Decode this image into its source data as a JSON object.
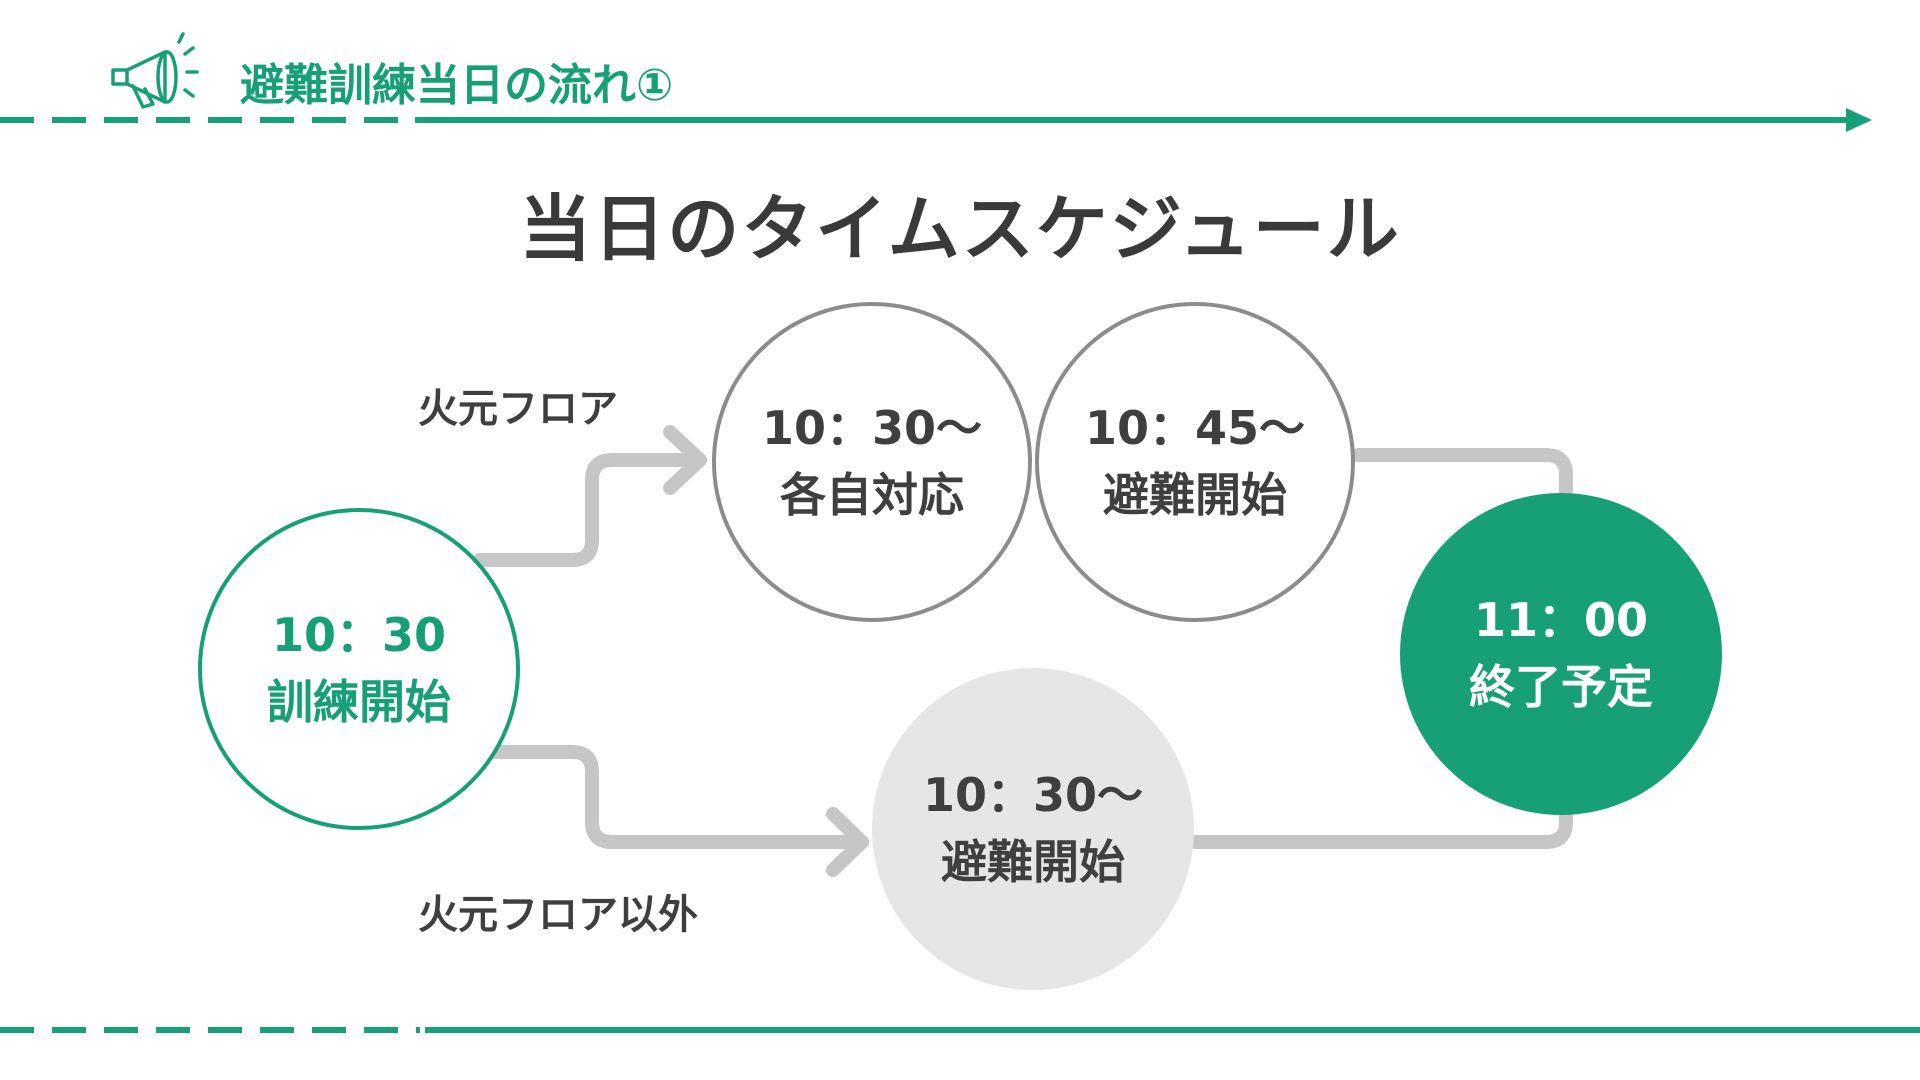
{
  "header": {
    "title": "避難訓練当日の流れ①",
    "icon": "megaphone-icon",
    "accent_color": "#17a078"
  },
  "main_title": "当日のタイムスケジュール",
  "branches": {
    "upper_label": "火元フロア",
    "lower_label": "火元フロア以外"
  },
  "nodes": {
    "start": {
      "time": "10：30",
      "label": "訓練開始"
    },
    "upper_step1": {
      "time": "10：30～",
      "label": "各自対応"
    },
    "upper_step2": {
      "time": "10：45～",
      "label": "避難開始"
    },
    "lower_step": {
      "time": "10：30～",
      "label": "避難開始"
    },
    "end": {
      "time": "11：00",
      "label": "終了予定"
    }
  },
  "colors": {
    "accent": "#17a078",
    "text_dark": "#3a3a3a",
    "connector": "#c6c6c6",
    "circle_border": "#8c8c8c",
    "circle_fill_light": "#e6e6e6"
  }
}
